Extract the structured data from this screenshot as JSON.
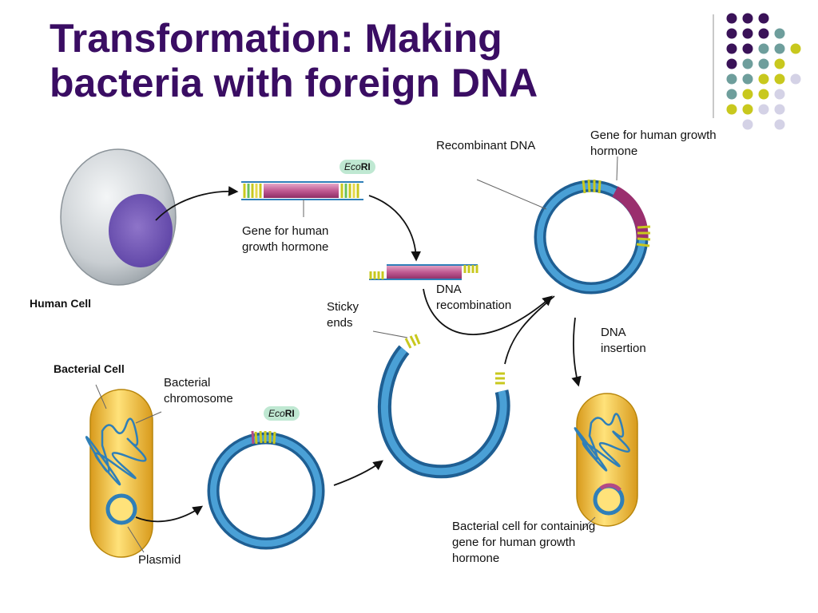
{
  "title": "Transformation: Making bacteria with foreign DNA",
  "labels": {
    "human_cell": "Human Cell",
    "gene_growth_hormone": "Gene for human growth hormone",
    "recombinant_dna": "Recombinant DNA",
    "gene_growth_hormone_top": "Gene for human growth hormone",
    "sticky_ends": "Sticky ends",
    "dna_recombination": "DNA recombination",
    "dna_insertion": "DNA insertion",
    "bacterial_cell": "Bacterial Cell",
    "bacterial_chromosome": "Bacterial chromosome",
    "plasmid": "Plasmid",
    "bacterial_cell_result": "Bacterial cell for containing gene for human growth hormone"
  },
  "enzyme": {
    "eco_italic": "Eco",
    "eco_bold": "RI"
  },
  "colors": {
    "title": "#3a0d63",
    "purple": "#3a1258",
    "teal": "#6e9e9c",
    "lime": "#c8c81e",
    "lavender": "#d4d2e6",
    "dna_blue": "#2f7fb8",
    "gene_magenta": "#b34a86",
    "cell_yellow": "#f0c23a"
  }
}
